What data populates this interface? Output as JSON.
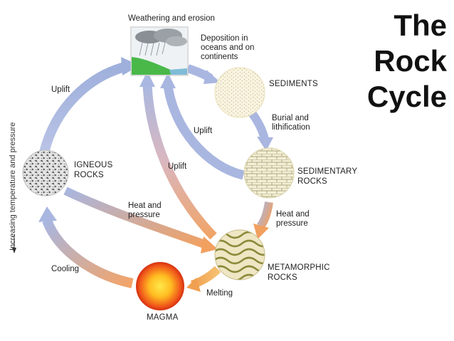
{
  "title": [
    "The",
    "Rock",
    "Cycle"
  ],
  "side_label": "Increasing temperature and pressure",
  "nodes": {
    "weathering": "Weathering and erosion",
    "sediments": "SEDIMENTS",
    "sedimentary": [
      "SEDIMENTARY",
      "ROCKS"
    ],
    "metamorphic": [
      "METAMORPHIC",
      "ROCKS"
    ],
    "magma": "MAGMA",
    "igneous": [
      "IGNEOUS",
      "ROCKS"
    ]
  },
  "processes": {
    "deposition": [
      "Deposition in",
      "oceans and on",
      "continents"
    ],
    "burial": [
      "Burial and",
      "lithification"
    ],
    "heat_pressure_right": [
      "Heat and",
      "pressure"
    ],
    "heat_pressure_left": [
      "Heat and",
      "pressure"
    ],
    "melting": "Melting",
    "cooling": "Cooling",
    "uplift_left": "Uplift",
    "uplift_mid": "Uplift",
    "uplift_right": "Uplift"
  },
  "colors": {
    "arrow_blue": "#aab7dc",
    "arrow_orange": "#f2a56a",
    "magma_core": "#ffd23a",
    "magma_rim": "#e23b10"
  }
}
